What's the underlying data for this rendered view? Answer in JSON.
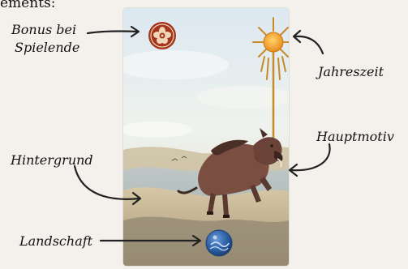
{
  "page": {
    "heading_fragment": "ements:"
  },
  "callouts": {
    "bonus_line1": "Bonus bei",
    "bonus_line2": "Spielende",
    "season": "Jahreszeit",
    "main_motif": "Hauptmotiv",
    "background": "Hintergrund",
    "landscape": "Landschaft"
  },
  "card": {
    "bonus_icon": "rose-medallion-icon",
    "season_icon": "sun-icon",
    "motif_icon": "boar-illustration",
    "landscape_icon": "water-orb-icon"
  },
  "colors": {
    "bonus_medallion": "#a5341a",
    "sun": "#f2a12a",
    "water_orb": "#2b5fa4",
    "sky": "#e7f0f6",
    "sand": "#c8b594"
  }
}
